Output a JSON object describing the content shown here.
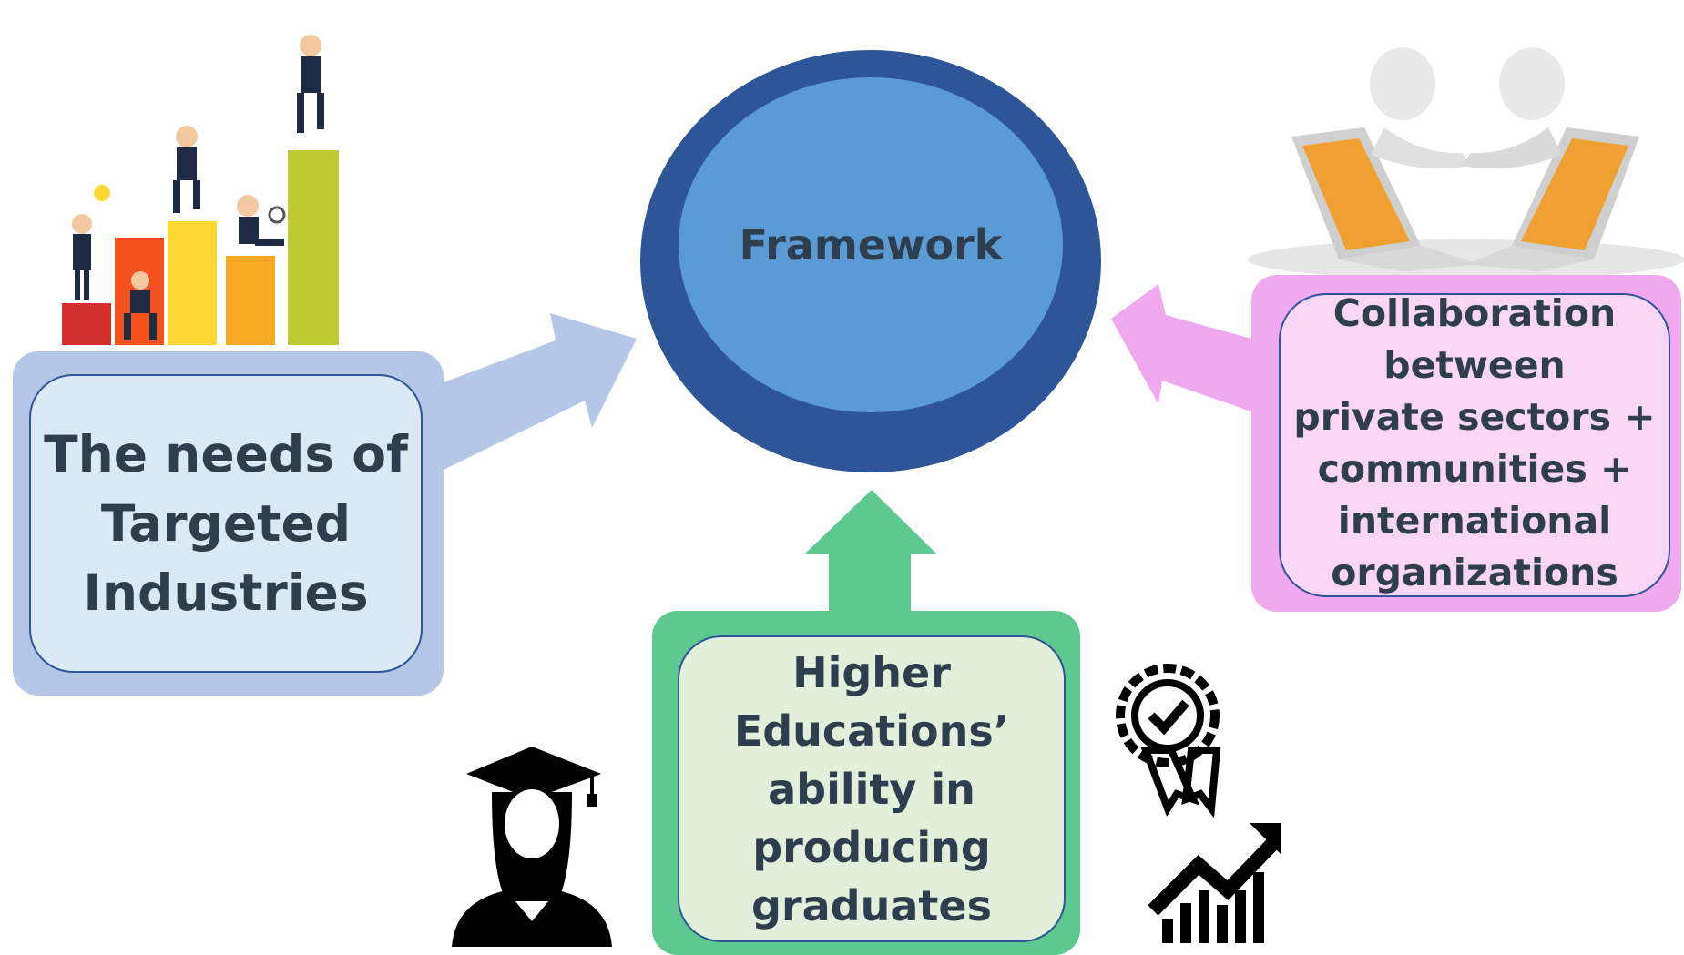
{
  "diagram": {
    "center": {
      "label": "Framework"
    },
    "left": {
      "label_lines": [
        "The needs of",
        "Targeted",
        "Industries"
      ]
    },
    "right": {
      "label_lines": [
        "Collaboration",
        "between",
        "private sectors +",
        "communities +",
        "international",
        "organizations"
      ]
    },
    "bottom": {
      "label_lines": [
        "Higher",
        "Educations’",
        "ability in",
        "producing",
        "graduates"
      ]
    }
  },
  "colors": {
    "framework_outer": "#2e5597",
    "framework_inner": "#5b9bd5",
    "left_box": "#b4c7e7",
    "right_box": "#f0a8ef",
    "bottom_box": "#5ec98f",
    "text": "#2f3e4f"
  },
  "icons": [
    "business-people-bar-chart-illustration",
    "handshake-laptops-illustration",
    "graduate-icon",
    "award-badge-icon",
    "growth-chart-icon"
  ]
}
